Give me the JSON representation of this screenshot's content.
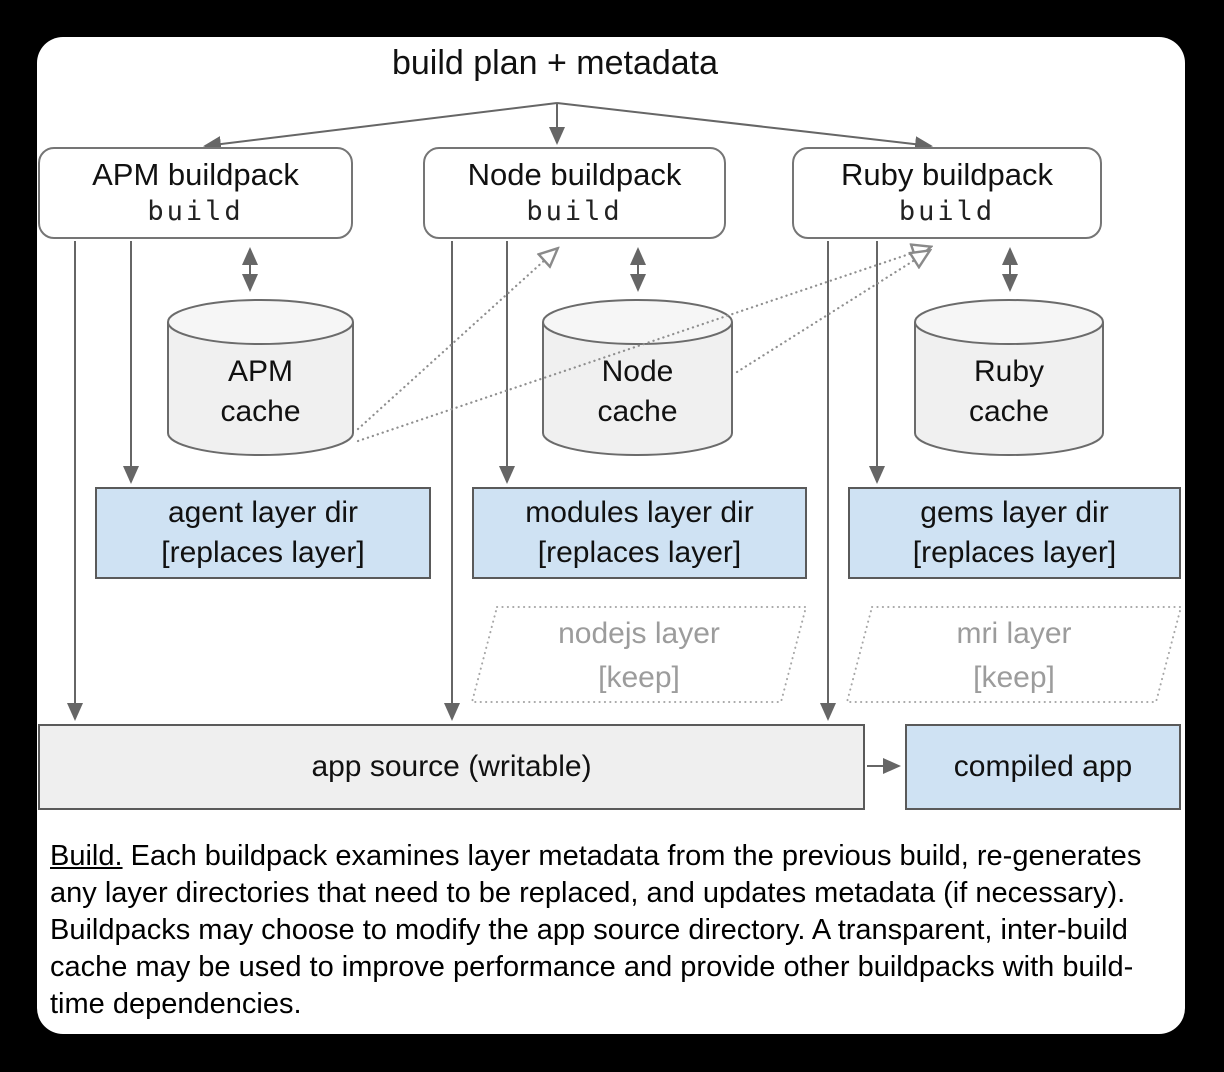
{
  "diagram": {
    "title": "build plan + metadata",
    "buildpacks": [
      {
        "name": "APM buildpack",
        "phase": "build"
      },
      {
        "name": "Node buildpack",
        "phase": "build"
      },
      {
        "name": "Ruby buildpack",
        "phase": "build"
      }
    ],
    "caches": [
      {
        "line1": "APM",
        "line2": "cache"
      },
      {
        "line1": "Node",
        "line2": "cache"
      },
      {
        "line1": "Ruby",
        "line2": "cache"
      }
    ],
    "layer_dirs": [
      {
        "line1": "agent layer dir",
        "line2": "[replaces layer]"
      },
      {
        "line1": "modules layer dir",
        "line2": "[replaces layer]"
      },
      {
        "line1": "gems layer dir",
        "line2": "[replaces layer]"
      }
    ],
    "kept_layers": [
      {
        "line1": "nodejs layer",
        "line2": "[keep]"
      },
      {
        "line1": "mri layer",
        "line2": "[keep]"
      }
    ],
    "app_source_label": "app source (writable)",
    "compiled_app_label": "compiled app"
  },
  "caption": {
    "lead": "Build.",
    "body": " Each buildpack examines layer metadata from the previous build, re-generates any layer directories that need to be replaced, and updates metadata (if necessary). Buildpacks may choose to modify the app source directory. A transparent, inter-build cache may be used to improve performance and provide other buildpacks with build-time dependencies."
  },
  "colors": {
    "highlight_fill": "#cfe2f3",
    "neutral_fill": "#efefef",
    "stroke": "#666666",
    "muted_text": "#9c9c9c",
    "background": "#000000"
  }
}
